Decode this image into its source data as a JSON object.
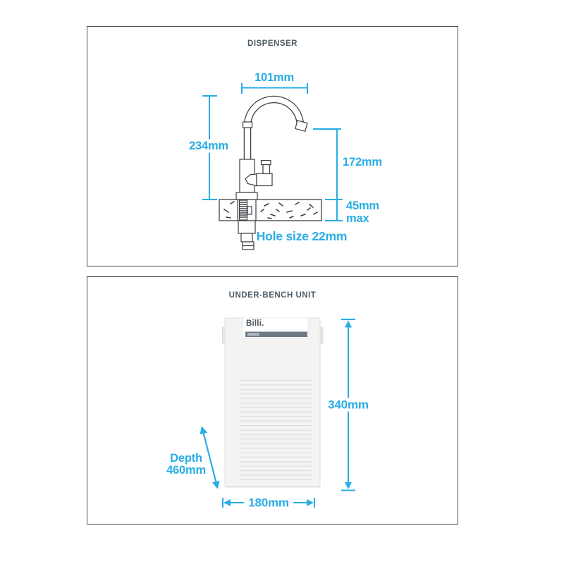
{
  "colors": {
    "accent": "#29ADE5",
    "heading_text": "#4E5A64",
    "line_art": "#3B3F44",
    "unit_label_strip": "#6E7A86"
  },
  "dispenser": {
    "title": "DISPENSER",
    "dims": {
      "spout_reach": "101mm",
      "overall_height": "234mm",
      "spout_clearance": "172mm",
      "bench_thickness": "45mm",
      "bench_thickness_note": "max",
      "hole_size": "Hole size 22mm"
    }
  },
  "under_bench": {
    "title": "UNDER-BENCH UNIT",
    "brand": "Billi.",
    "dims": {
      "height": "340mm",
      "width": "180mm",
      "depth_label": "Depth",
      "depth_value": "460mm"
    }
  }
}
